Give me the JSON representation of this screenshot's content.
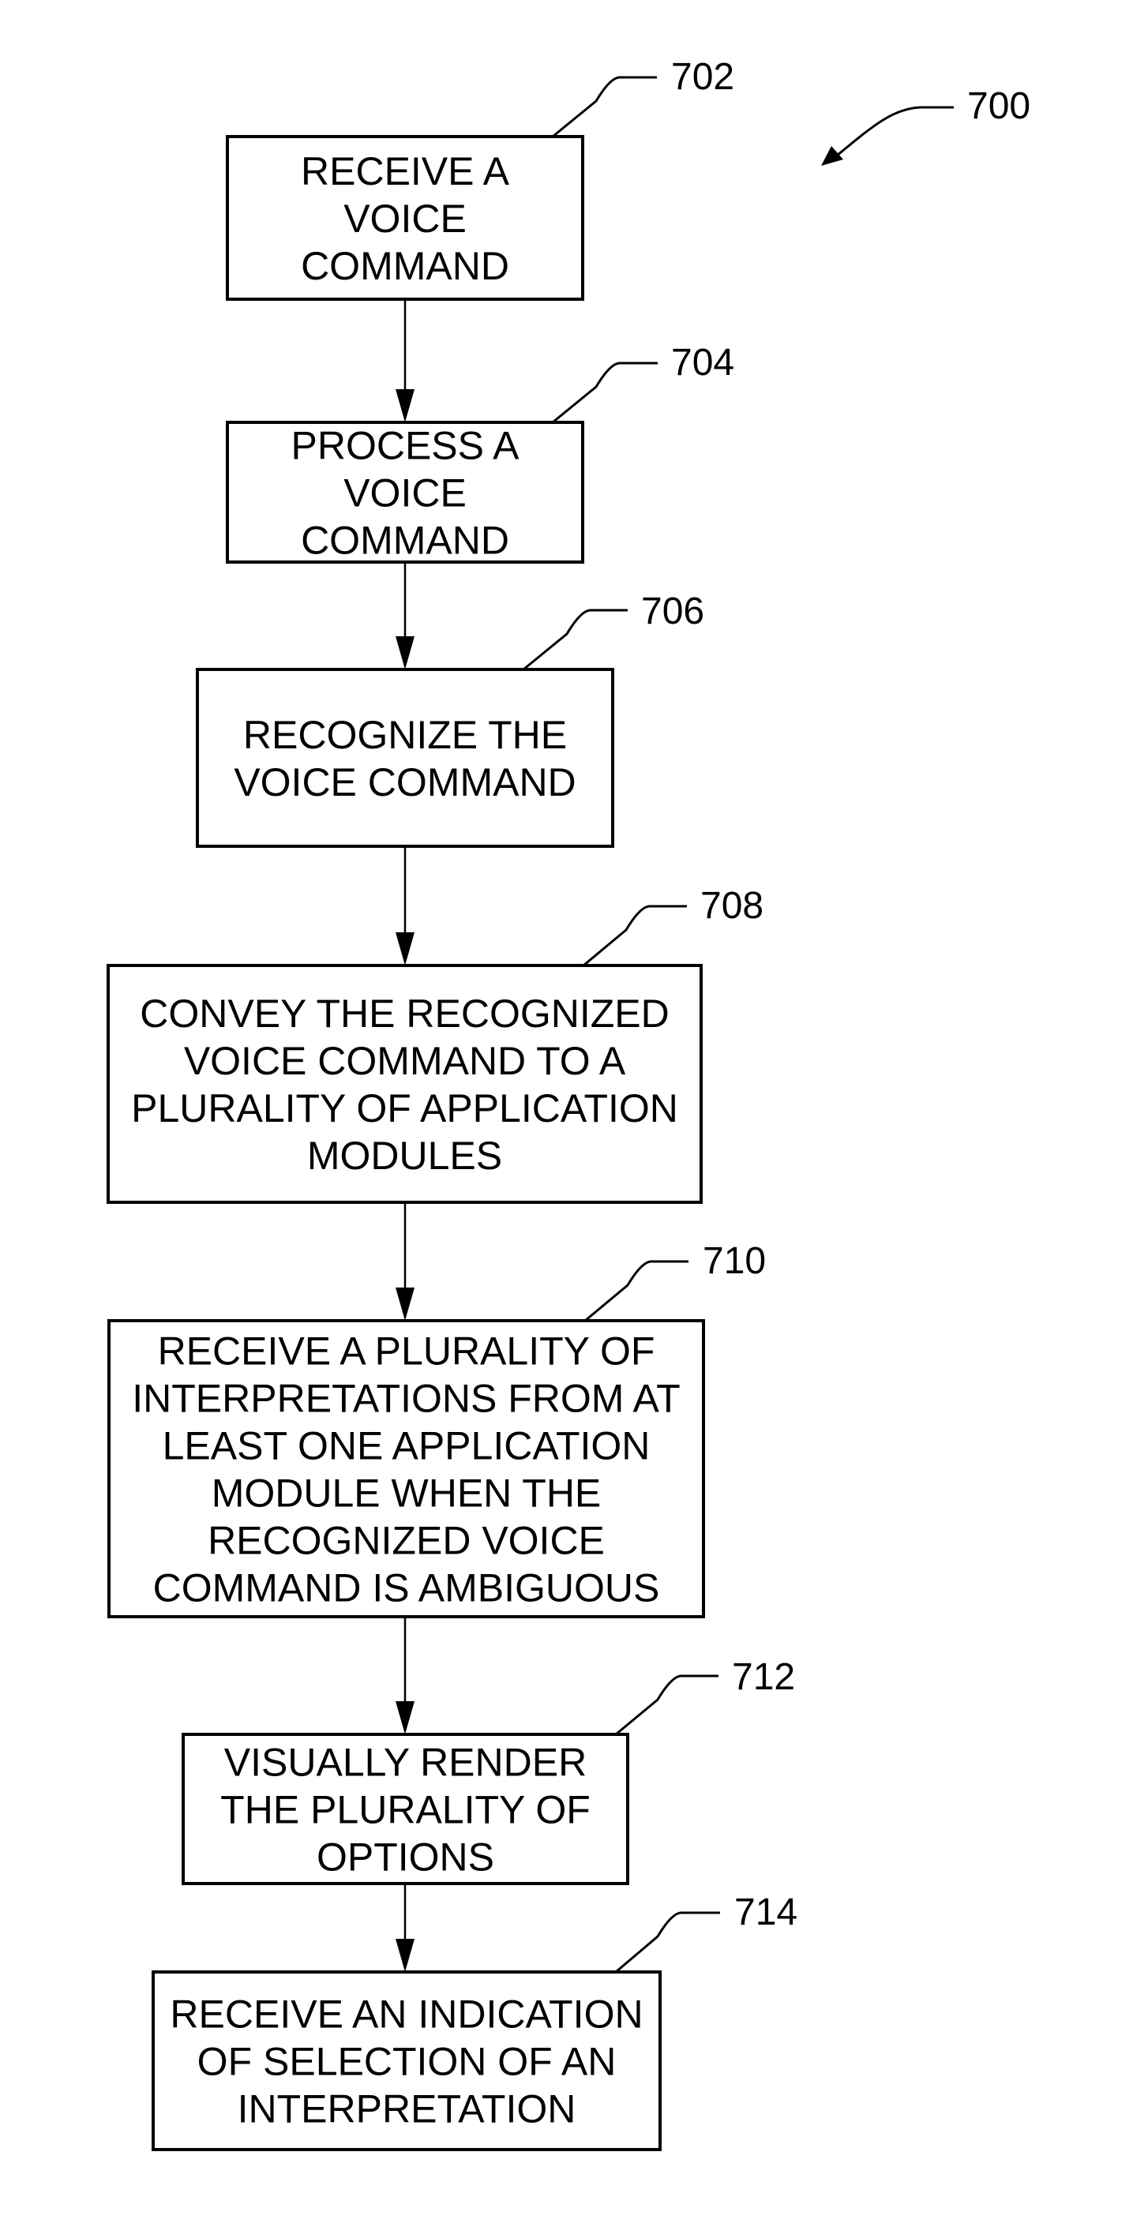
{
  "figure": {
    "reference": "700",
    "steps": [
      {
        "ref": "702",
        "lines": [
          "RECEIVE A",
          "VOICE",
          "COMMAND"
        ]
      },
      {
        "ref": "704",
        "lines": [
          "PROCESS A",
          "VOICE",
          "COMMAND"
        ]
      },
      {
        "ref": "706",
        "lines": [
          "RECOGNIZE THE",
          "VOICE COMMAND"
        ]
      },
      {
        "ref": "708",
        "lines": [
          "CONVEY THE RECOGNIZED",
          "VOICE COMMAND TO A",
          "PLURALITY OF APPLICATION",
          "MODULES"
        ]
      },
      {
        "ref": "710",
        "lines": [
          "RECEIVE A PLURALITY OF",
          "INTERPRETATIONS FROM AT",
          "LEAST ONE APPLICATION",
          "MODULE WHEN THE",
          "RECOGNIZED VOICE",
          "COMMAND IS AMBIGUOUS"
        ]
      },
      {
        "ref": "712",
        "lines": [
          "VISUALLY RENDER",
          "THE PLURALITY OF",
          "OPTIONS"
        ]
      },
      {
        "ref": "714",
        "lines": [
          "RECEIVE AN INDICATION",
          "OF SELECTION OF AN",
          "INTERPRETATION"
        ]
      }
    ],
    "flow": [
      {
        "from": "702",
        "to": "704"
      },
      {
        "from": "704",
        "to": "706"
      },
      {
        "from": "706",
        "to": "708"
      },
      {
        "from": "708",
        "to": "710"
      },
      {
        "from": "710",
        "to": "712"
      },
      {
        "from": "712",
        "to": "714"
      }
    ]
  }
}
